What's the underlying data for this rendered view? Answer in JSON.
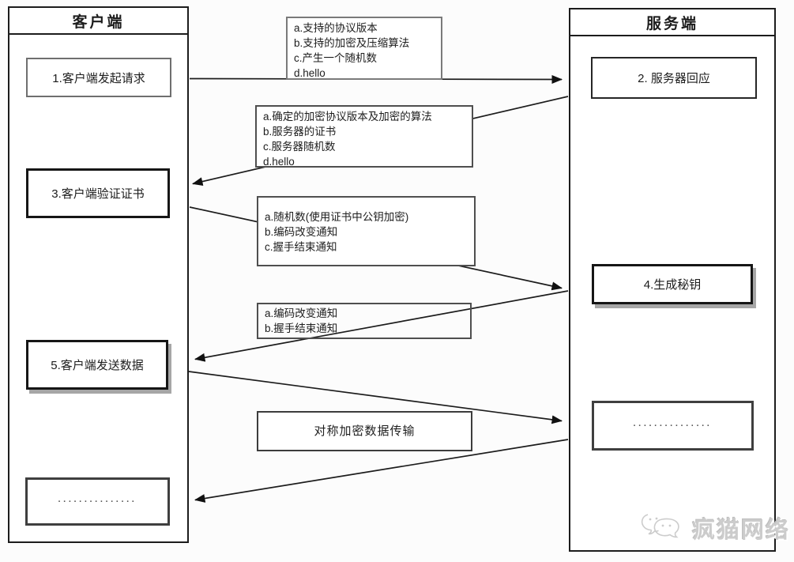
{
  "diagram": {
    "client": {
      "title": "客户端",
      "nodes": {
        "step1": "1.客户端发起请求",
        "step3": "3.客户端验证证书",
        "step5": "5.客户端发送数据",
        "dots": "···············"
      }
    },
    "server": {
      "title": "服务端",
      "nodes": {
        "step2": "2. 服务器回应",
        "step4": "4.生成秘钥",
        "dots": "···············"
      }
    },
    "messages": [
      {
        "id": "client-hello",
        "lines": [
          "a.支持的协议版本",
          "b.支持的加密及压缩算法",
          "c.产生一个随机数",
          "d.hello"
        ]
      },
      {
        "id": "server-hello",
        "lines": [
          "a.确定的加密协议版本及加密的算法",
          "b.服务器的证书",
          "c.服务器随机数",
          "d.hello"
        ]
      },
      {
        "id": "client-key-exchange",
        "lines": [
          "a.随机数(使用证书中公钥加密)",
          "b.编码改变通知",
          "c.握手结束通知"
        ]
      },
      {
        "id": "change-cipher-finish",
        "lines": [
          "a.编码改变通知",
          "b.握手结束通知"
        ]
      },
      {
        "id": "data-transfer",
        "lines": [
          "对称加密数据传输"
        ]
      }
    ],
    "arrows": [
      {
        "from": "1.客户端发起请求",
        "to": "2. 服务器回应"
      },
      {
        "from": "2. 服务器回应",
        "to": "3.客户端验证证书"
      },
      {
        "from": "3.客户端验证证书",
        "to": "4.生成秘钥"
      },
      {
        "from": "4.生成秘钥",
        "to": "5.客户端发送数据"
      },
      {
        "from": "5.客户端发送数据",
        "to": "服务端"
      },
      {
        "from": "服务端",
        "to": "客户端"
      }
    ],
    "watermark": {
      "text": "疯猫网络"
    },
    "colors": {
      "line": "#1c1c1c",
      "box_border": "#4f4f4f",
      "shadow": "#a6a6a6",
      "watermark": "#cccccc",
      "background": "#fcfcfc"
    }
  }
}
